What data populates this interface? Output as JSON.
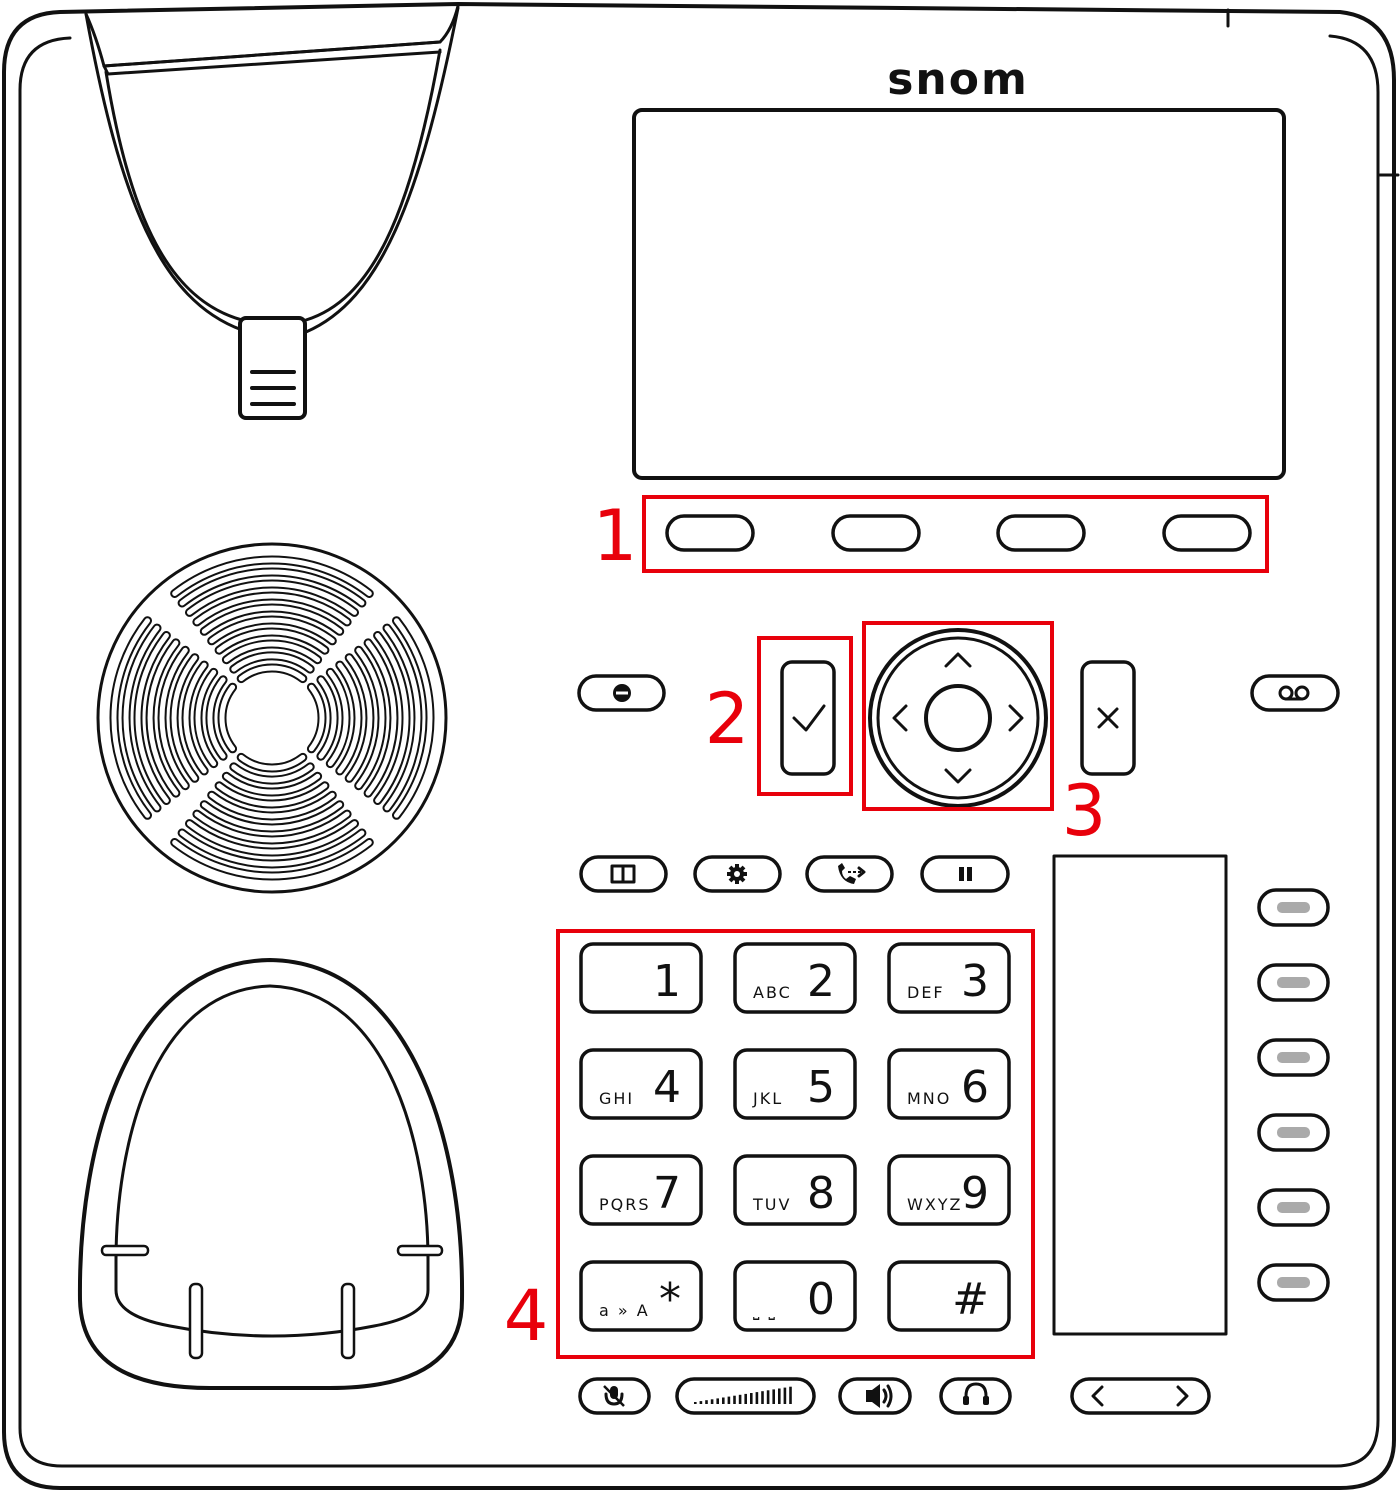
{
  "brand": "snom",
  "callouts": [
    {
      "id": "1",
      "label": "1"
    },
    {
      "id": "2",
      "label": "2"
    },
    {
      "id": "3",
      "label": "3"
    },
    {
      "id": "4",
      "label": "4"
    }
  ],
  "keypad": [
    {
      "digit": "1",
      "letters": ""
    },
    {
      "digit": "2",
      "letters": "ABC"
    },
    {
      "digit": "3",
      "letters": "DEF"
    },
    {
      "digit": "4",
      "letters": "GHI"
    },
    {
      "digit": "5",
      "letters": "JKL"
    },
    {
      "digit": "6",
      "letters": "MNO"
    },
    {
      "digit": "7",
      "letters": "PQRS"
    },
    {
      "digit": "8",
      "letters": "TUV"
    },
    {
      "digit": "9",
      "letters": "WXYZ"
    },
    {
      "digit": "*",
      "letters": "a » A"
    },
    {
      "digit": "0",
      "letters": "⎵ ⎵"
    },
    {
      "digit": "#",
      "letters": ""
    }
  ],
  "icons": {
    "dnd": "do-not-disturb-icon",
    "voicemail": "voicemail-icon",
    "directory": "directory-book-icon",
    "settings": "gear-icon",
    "transfer": "transfer-icon",
    "hold": "hold-icon",
    "mute": "mute-microphone-icon",
    "volume": "volume-bar-icon",
    "speaker": "speaker-icon",
    "headset": "headset-icon",
    "page-left": "chevron-left-icon",
    "page-right": "chevron-right-icon",
    "ok": "check-icon",
    "cancel": "close-icon"
  },
  "colors": {
    "callout": "#e8000b",
    "ink": "#111111",
    "led": "#aaaaaa"
  }
}
